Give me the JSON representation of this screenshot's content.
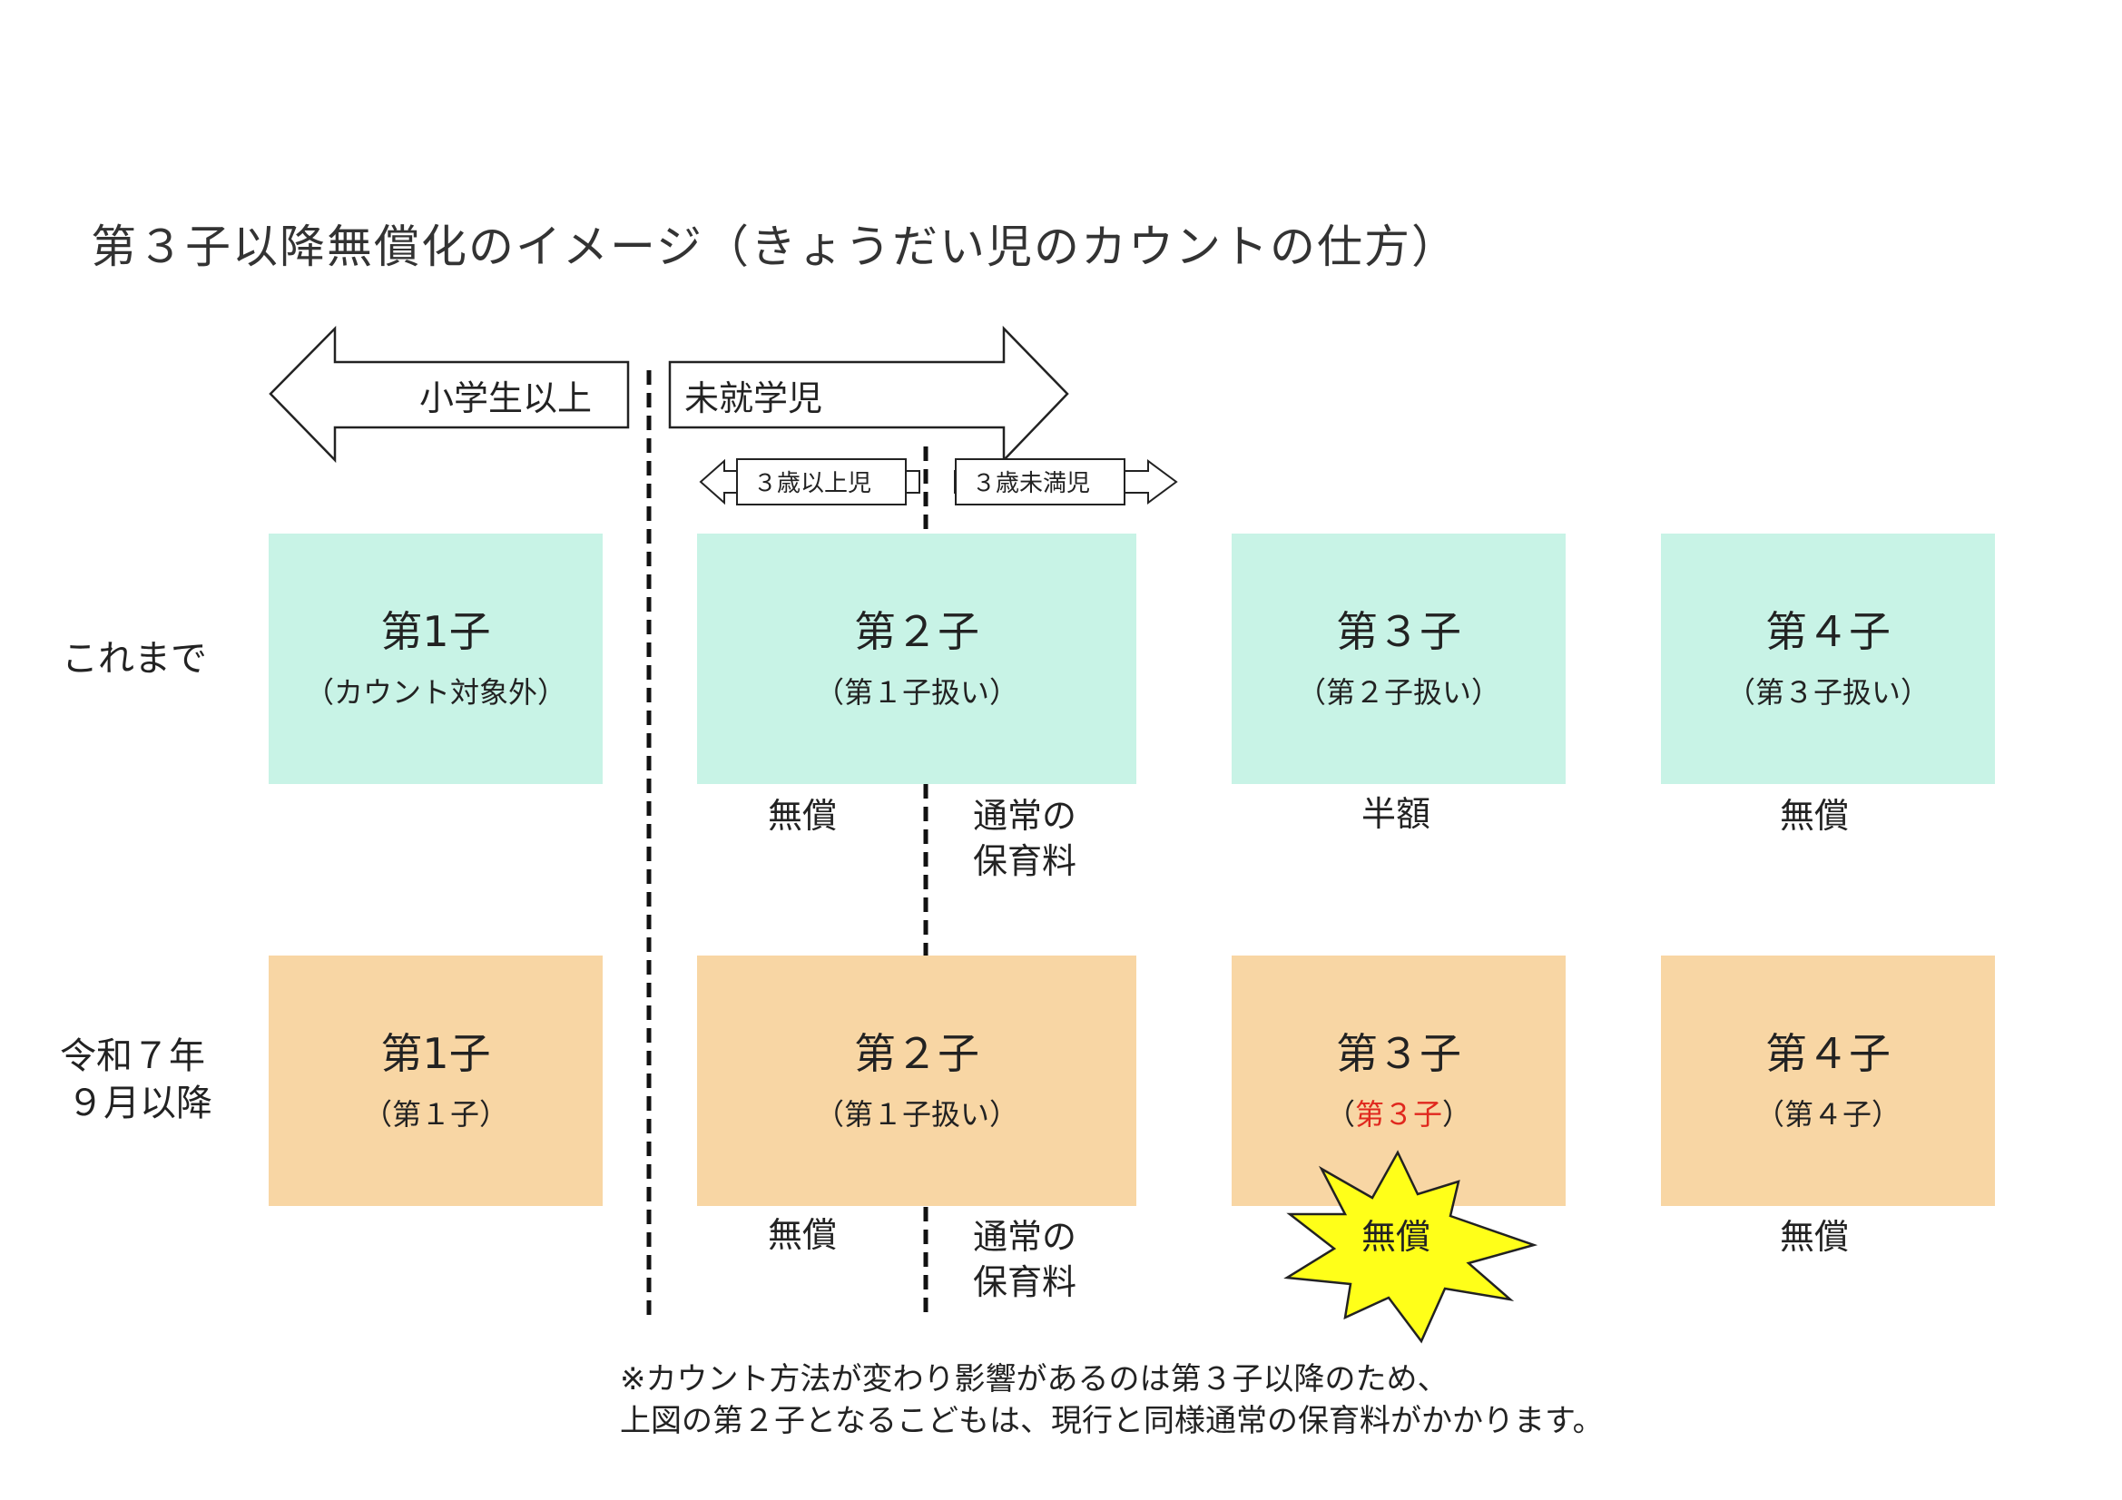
{
  "title": "第３子以降無償化のイメージ（きょうだい児のカウントの仕方）",
  "arrows": {
    "elementary_label": "小学生以上",
    "preschool_label": "未就学児",
    "age3_over_label": "３歳以上児",
    "age3_under_label": "３歳未満児"
  },
  "rows": [
    {
      "label_lines": [
        "これまで"
      ],
      "children": [
        {
          "main": "第1子",
          "sub": "（カウント対象外）"
        },
        {
          "main": "第２子",
          "sub": "（第１子扱い）"
        },
        {
          "main": "第３子",
          "sub": "（第２子扱い）"
        },
        {
          "main": "第４子",
          "sub": "（第３子扱い）"
        }
      ],
      "fees": {
        "child2_over3": "無償",
        "child2_under3_line1": "通常の",
        "child2_under3_line2": "保育料",
        "child3": "半額",
        "child4": "無償"
      }
    },
    {
      "label_lines": [
        "令和７年",
        "９月以降"
      ],
      "children": [
        {
          "main": "第1子",
          "sub": "（第１子）"
        },
        {
          "main": "第２子",
          "sub": "（第１子扱い）"
        },
        {
          "main": "第３子",
          "sub_open": "（",
          "sub_highlight": "第３子",
          "sub_close": "）"
        },
        {
          "main": "第４子",
          "sub": "（第４子）"
        }
      ],
      "fees": {
        "child2_over3": "無償",
        "child2_under3_line1": "通常の",
        "child2_under3_line2": "保育料",
        "child3": "無償",
        "child4": "無償"
      }
    }
  ],
  "note_lines": [
    "※カウント方法が変わり影響があるのは第３子以降のため、",
    "上図の第２子となるこどもは、現行と同様通常の保育料がかかります。"
  ],
  "colors": {
    "before_box": "#c8f3e6",
    "after_box": "#f8d6a4",
    "burst_fill": "#ffff19",
    "highlight_text": "#e0281e"
  }
}
